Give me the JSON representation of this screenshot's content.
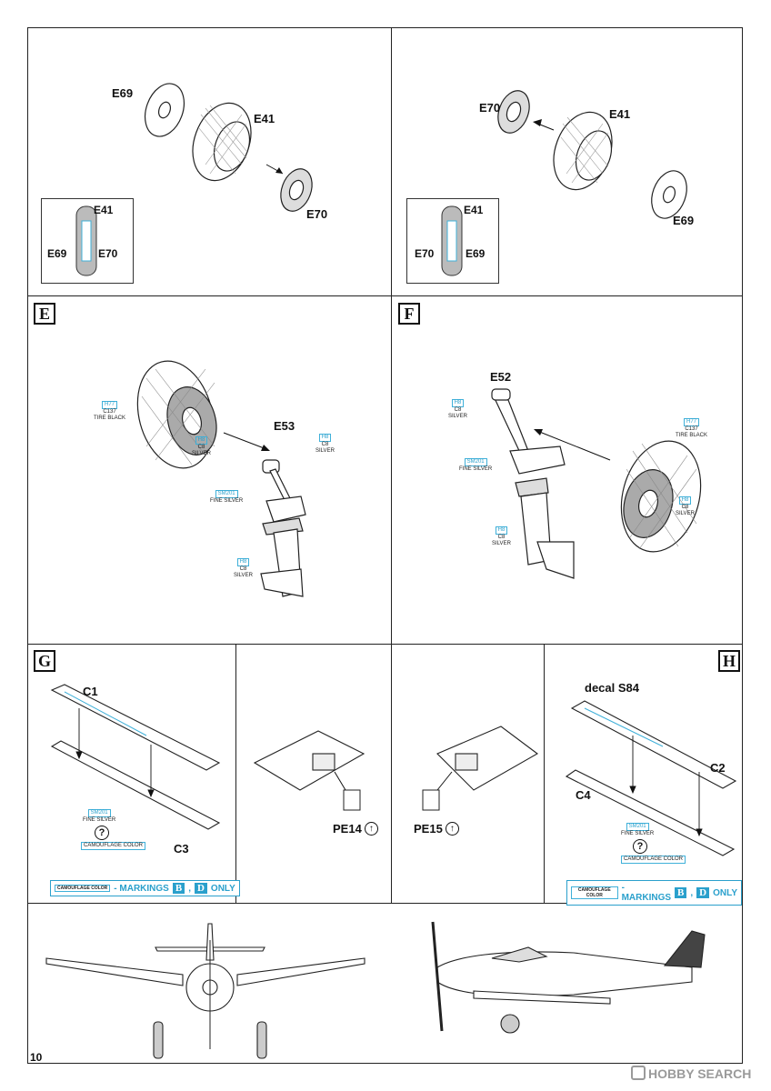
{
  "page_number": "10",
  "panel_wheels_left": {
    "labels": [
      "E69",
      "E41",
      "E70"
    ],
    "inset_labels": {
      "top": "E41",
      "left": "E69",
      "right": "E70"
    }
  },
  "panel_wheels_right": {
    "labels": [
      "E70",
      "E41",
      "E69"
    ],
    "inset_labels": {
      "top": "E41",
      "left": "E70",
      "right": "E69"
    }
  },
  "step_E": {
    "letter": "E",
    "part": "E53",
    "paints": [
      {
        "code": "H77",
        "line1": "C137",
        "line2": "TIRE BLACK"
      },
      {
        "code": "H8",
        "line1": "C8",
        "line2": "SILVER"
      },
      {
        "code": "H8",
        "line1": "C8",
        "line2": "SILVER"
      },
      {
        "code": "SM201",
        "line1": "FINE SILVER",
        "line2": ""
      },
      {
        "code": "H8",
        "line1": "C8",
        "line2": "SILVER"
      }
    ]
  },
  "step_F": {
    "letter": "F",
    "part": "E52",
    "paints": [
      {
        "code": "H8",
        "line1": "C8",
        "line2": "SILVER"
      },
      {
        "code": "H77",
        "line1": "C137",
        "line2": "TIRE BLACK"
      },
      {
        "code": "SM201",
        "line1": "FINE SILVER",
        "line2": ""
      },
      {
        "code": "H8",
        "line1": "C8",
        "line2": "SILVER"
      },
      {
        "code": "H8",
        "line1": "C8",
        "line2": "SILVER"
      }
    ]
  },
  "step_G": {
    "letter": "G",
    "parts": [
      "C1",
      "C3"
    ],
    "paint": {
      "code": "SM201",
      "line1": "FINE SILVER"
    },
    "camo_box": "CAMOUFLAGE COLOR",
    "note": {
      "prefix": "- MARKINGS",
      "marks": [
        "B",
        "D"
      ],
      "suffix": "ONLY"
    },
    "pe": "PE14"
  },
  "step_H": {
    "letter": "H",
    "decal": "decal S84",
    "parts": [
      "C2",
      "C4"
    ],
    "paint": {
      "code": "SM201",
      "line1": "FINE SILVER"
    },
    "camo_box": "CAMOUFLAGE COLOR",
    "note": {
      "prefix": "- MARKINGS",
      "marks": [
        "B",
        "D"
      ],
      "suffix": "ONLY"
    },
    "pe": "PE15"
  },
  "watermark": "HOBBY SEARCH",
  "question_mark": "?",
  "arrow_glyph": "↑"
}
